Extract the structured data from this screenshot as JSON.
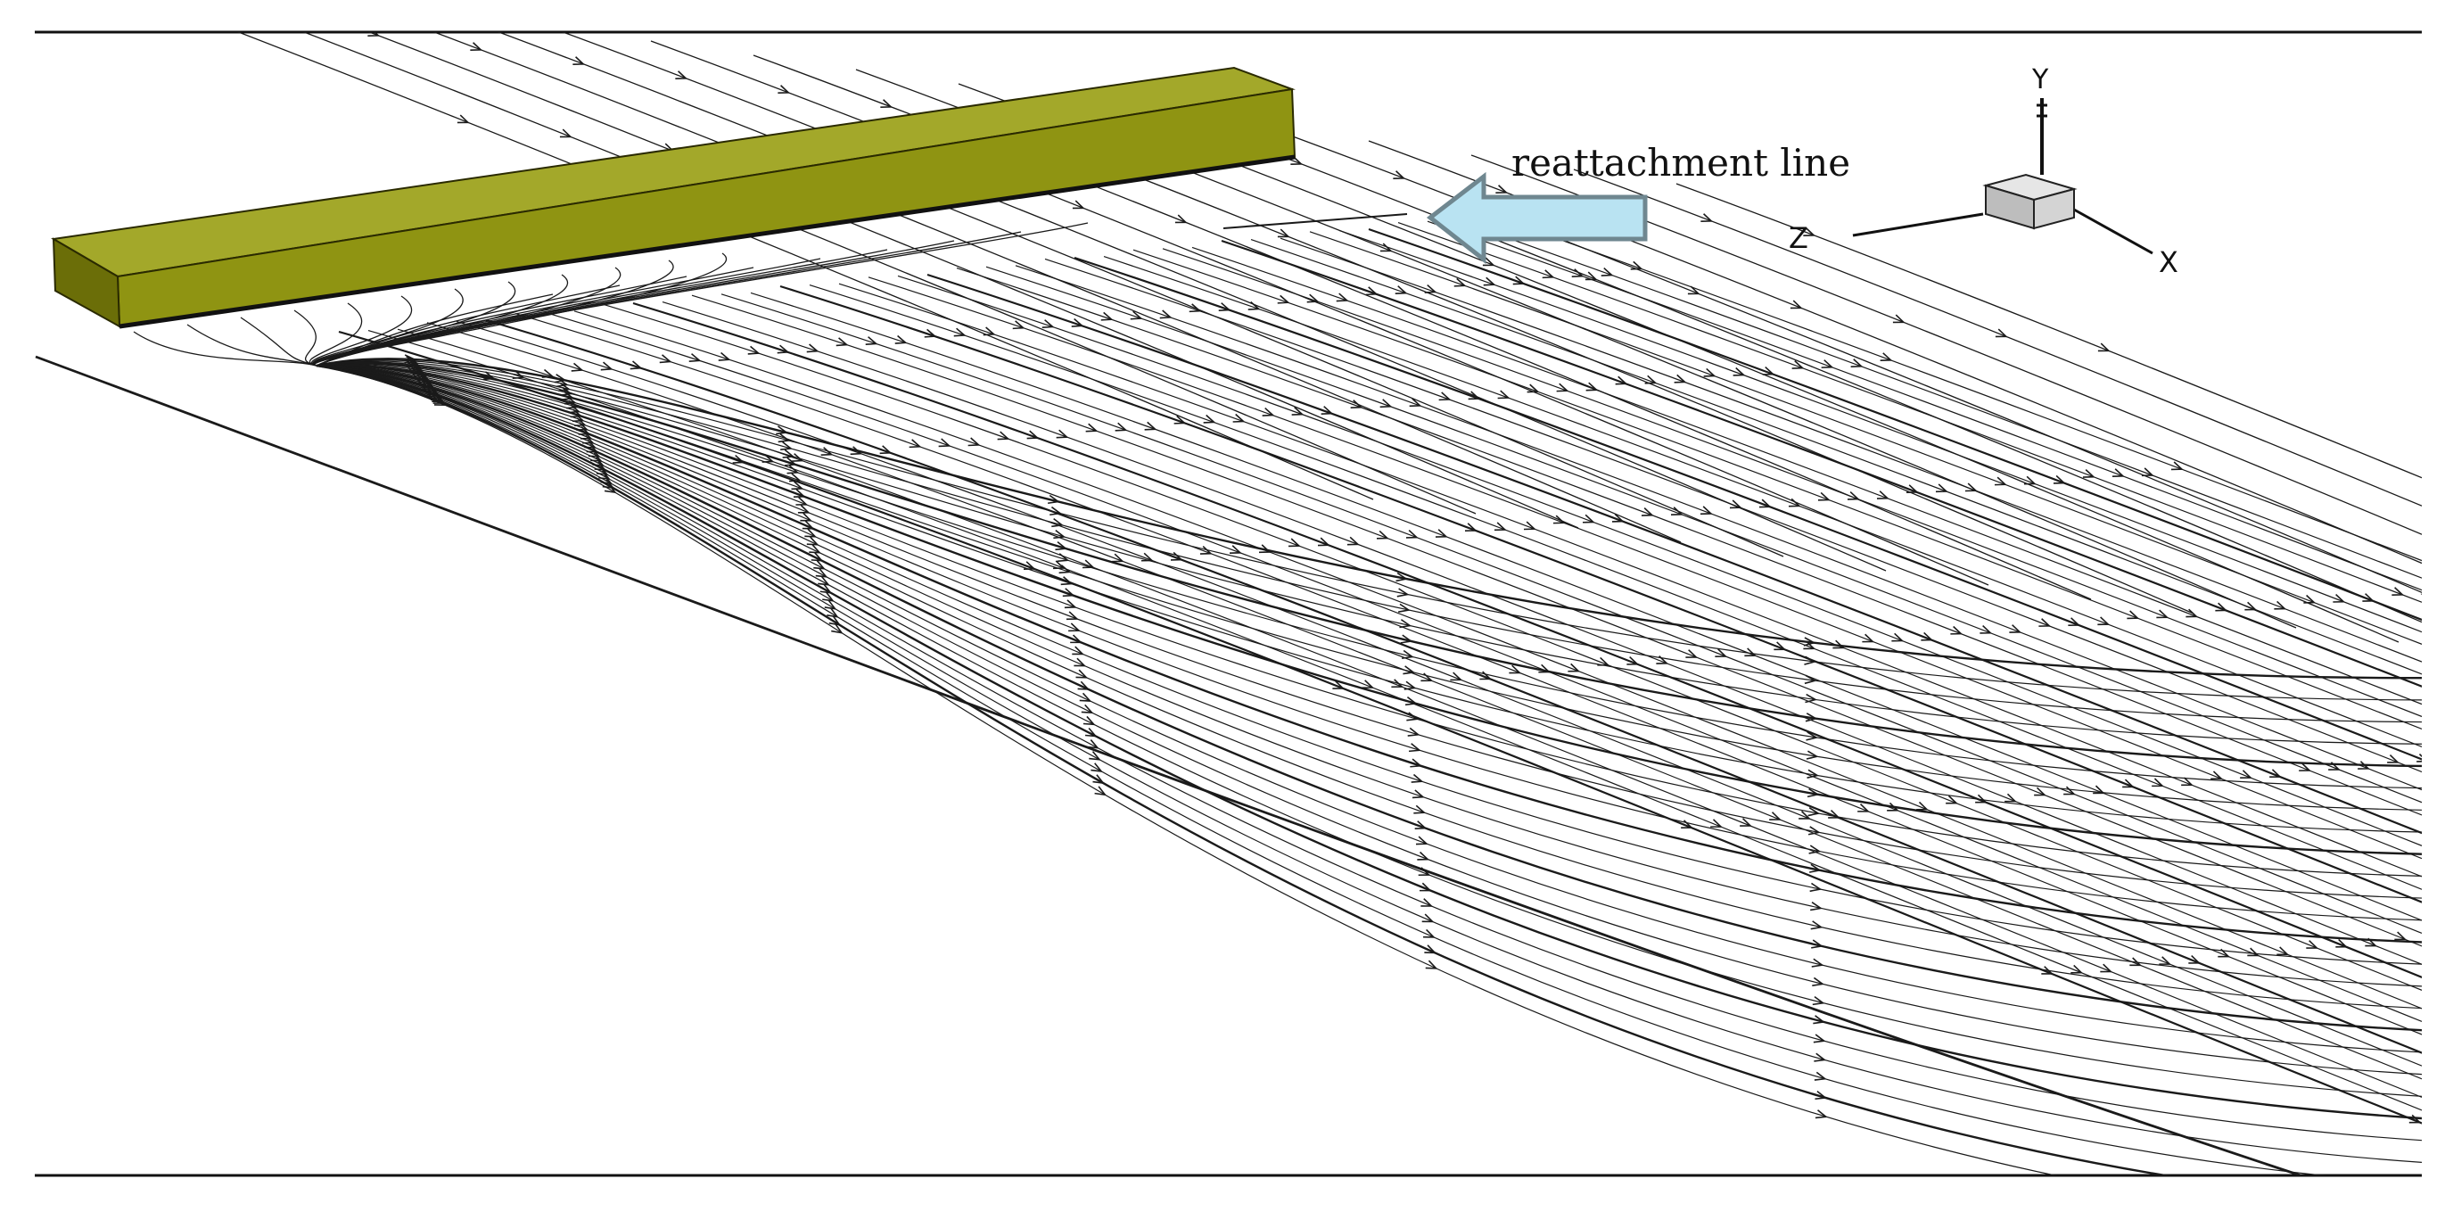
{
  "figure": {
    "annotation": "reattachment line",
    "axes": {
      "x": "X",
      "y": "Y",
      "z": "Z"
    },
    "colors": {
      "background": "#ffffff",
      "frame": "#111111",
      "streamline": "#1a1a1a",
      "bar_top": "#a3a82a",
      "bar_front": "#8f9412",
      "bar_end": "#6b6e08",
      "arrow_fill": "#b9e3f2",
      "arrow_stroke": "#6f8790",
      "cube_top": "#e6e6e6",
      "cube_front": "#bdbdbd",
      "cube_side": "#d4d4d4"
    },
    "icons": {
      "annotation_arrow": "left-arrow-icon",
      "axis_triad": "axis-triad-icon"
    }
  }
}
